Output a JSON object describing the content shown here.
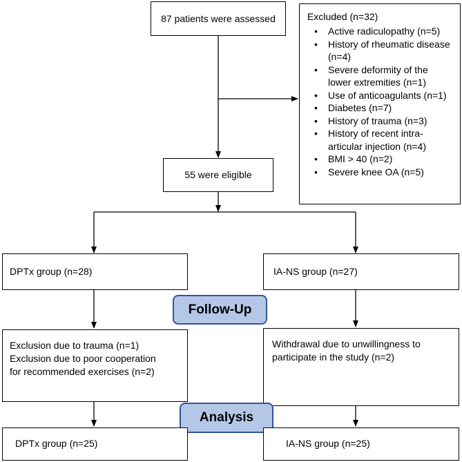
{
  "flowchart": {
    "assessed": "87 patients were assessed",
    "excluded": {
      "title": "Excluded (n=32)",
      "items": [
        "Active radiculopathy (n=5)",
        "History of rheumatic disease (n=4)",
        "Severe deformity of the lower extremities (n=1)",
        "Use of anticoagulants (n=1)",
        "Diabetes (n=7)",
        "History of trauma (n=3)",
        "History of recent intra-articular injection (n=4)",
        "BMI > 40 (n=2)",
        "Severe knee OA (n=5)"
      ]
    },
    "eligible": "55 were eligible",
    "groups": {
      "left_allocated": "DPTx group (n=28)",
      "right_allocated": "IA-NS group (n=27)",
      "left_followup_lines": [
        "Exclusion due to trauma (n=1)",
        "Exclusion due to poor cooperation",
        "for recommended exercises (n=2)"
      ],
      "right_followup_lines": [
        "Withdrawal due to unwillingness to",
        "participate in the study (n=2)"
      ],
      "left_analyzed": "DPTx group (n=25)",
      "right_analyzed": "IA-NS group (n=25)"
    },
    "phases": {
      "follow_up": "Follow-Up",
      "analysis": "Analysis"
    },
    "colors": {
      "phase_fill": "#b4c7e7",
      "phase_border": "#2f5597",
      "line": "#000000"
    }
  }
}
